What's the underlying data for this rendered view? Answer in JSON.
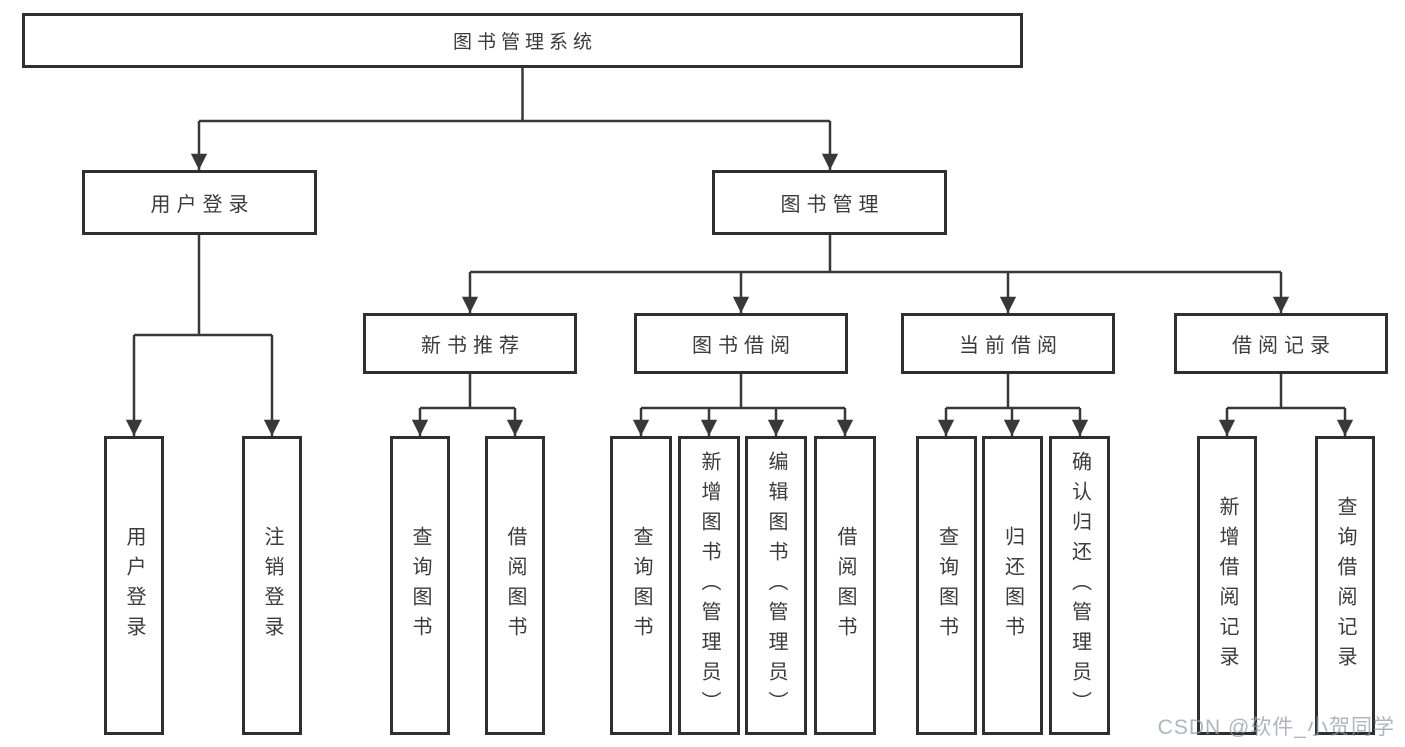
{
  "diagram": {
    "title_node": {
      "label": "图书管理系统"
    },
    "level2": [
      {
        "label": "用户登录"
      },
      {
        "label": "图书管理"
      }
    ],
    "level3": [
      {
        "label": "新书推荐"
      },
      {
        "label": "图书借阅"
      },
      {
        "label": "当前借阅"
      },
      {
        "label": "借阅记录"
      }
    ],
    "leaves": {
      "user_login": [
        {
          "label": "用户登录"
        },
        {
          "label": "注销登录"
        }
      ],
      "new_book": [
        {
          "label": "查询图书"
        },
        {
          "label": "借阅图书"
        }
      ],
      "book_borrow": [
        {
          "label": "查询图书"
        },
        {
          "label": "新增图书（管理员）"
        },
        {
          "label": "编辑图书（管理员）"
        },
        {
          "label": "借阅图书"
        }
      ],
      "current_borrow": [
        {
          "label": "查询图书"
        },
        {
          "label": "归还图书"
        },
        {
          "label": "确认归还（管理员）"
        }
      ],
      "borrow_record": [
        {
          "label": "新增借阅记录"
        },
        {
          "label": "查询借阅记录"
        }
      ]
    },
    "colors": {
      "line": "#383838",
      "box_border": "#2f2f2f",
      "text": "#3b3b3b",
      "watermark": "#949ba8"
    }
  },
  "watermark": {
    "text": "CSDN @软件_小贺同学"
  }
}
